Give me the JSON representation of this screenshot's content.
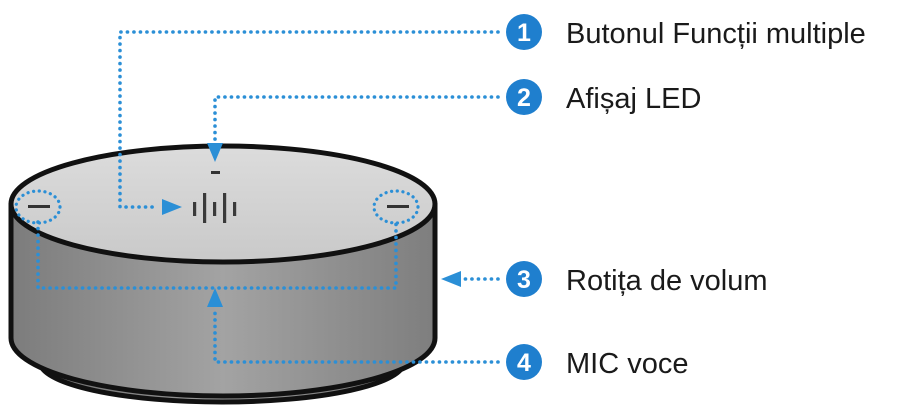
{
  "colors": {
    "accent": "#2b8fd6",
    "badge": "#1f7fce",
    "device_top": "#d3d3d3",
    "device_side": "#8f8f8f",
    "outline": "#111111"
  },
  "callouts": [
    {
      "number": "1",
      "label": "Butonul Funcții multiple"
    },
    {
      "number": "2",
      "label": "Afișaj LED"
    },
    {
      "number": "3",
      "label": "Rotița de volum"
    },
    {
      "number": "4",
      "label": "MIC voce"
    }
  ]
}
